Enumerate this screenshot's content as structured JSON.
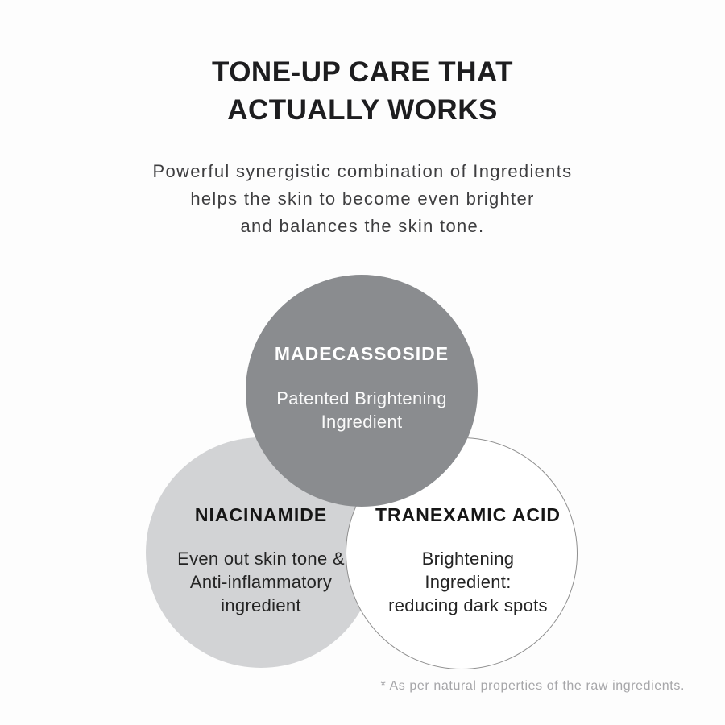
{
  "page": {
    "background": "#fdfdfd"
  },
  "title": {
    "line1": "TONE-UP CARE THAT",
    "line2": "ACTUALLY WORKS"
  },
  "subtitle": "Powerful synergistic combination of Ingredients\nhelps the skin to become even brighter\nand balances the skin tone.",
  "diagram": {
    "circles": [
      {
        "id": "madecassoside",
        "name": "MADECASSOSIDE",
        "description": "Patented Brightening\nIngredient",
        "fill": "#8a8c8f",
        "text_color": "#ffffff"
      },
      {
        "id": "niacinamide",
        "name": "NIACINAMIDE",
        "description": "Even out skin tone &\nAnti-inflammatory\ningredient",
        "fill": "#d2d3d5",
        "text_color": "#1d1d1d"
      },
      {
        "id": "tranexamic-acid",
        "name": "TRANEXAMIC ACID",
        "description": "Brightening\nIngredient:\nreducing dark spots",
        "fill": "#ffffff",
        "border_color": "#8f8f8f",
        "text_color": "#1d1d1d"
      }
    ]
  },
  "footnote": "* As per natural properties of the raw ingredients."
}
